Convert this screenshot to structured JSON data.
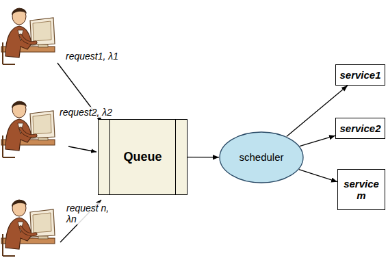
{
  "diagram": {
    "nodes": [
      {
        "text": [
          "Queue"
        ]
      },
      {
        "text": [
          "scheduler"
        ]
      },
      {
        "text": [
          "service1"
        ]
      },
      {
        "text": [
          "service2"
        ]
      },
      {
        "text": [
          "service m"
        ]
      }
    ],
    "edges": [
      {
        "from": 0,
        "to": 1,
        "arrow": "to"
      },
      {
        "from": 1,
        "to": 2,
        "arrow": "to"
      },
      {
        "from": 1,
        "to": 3,
        "arrow": "to"
      },
      {
        "from": 1,
        "to": 4,
        "arrow": "to"
      }
    ],
    "labels": [
      "request1, λ1",
      "request2, λ2",
      "request n, λn"
    ]
  }
}
